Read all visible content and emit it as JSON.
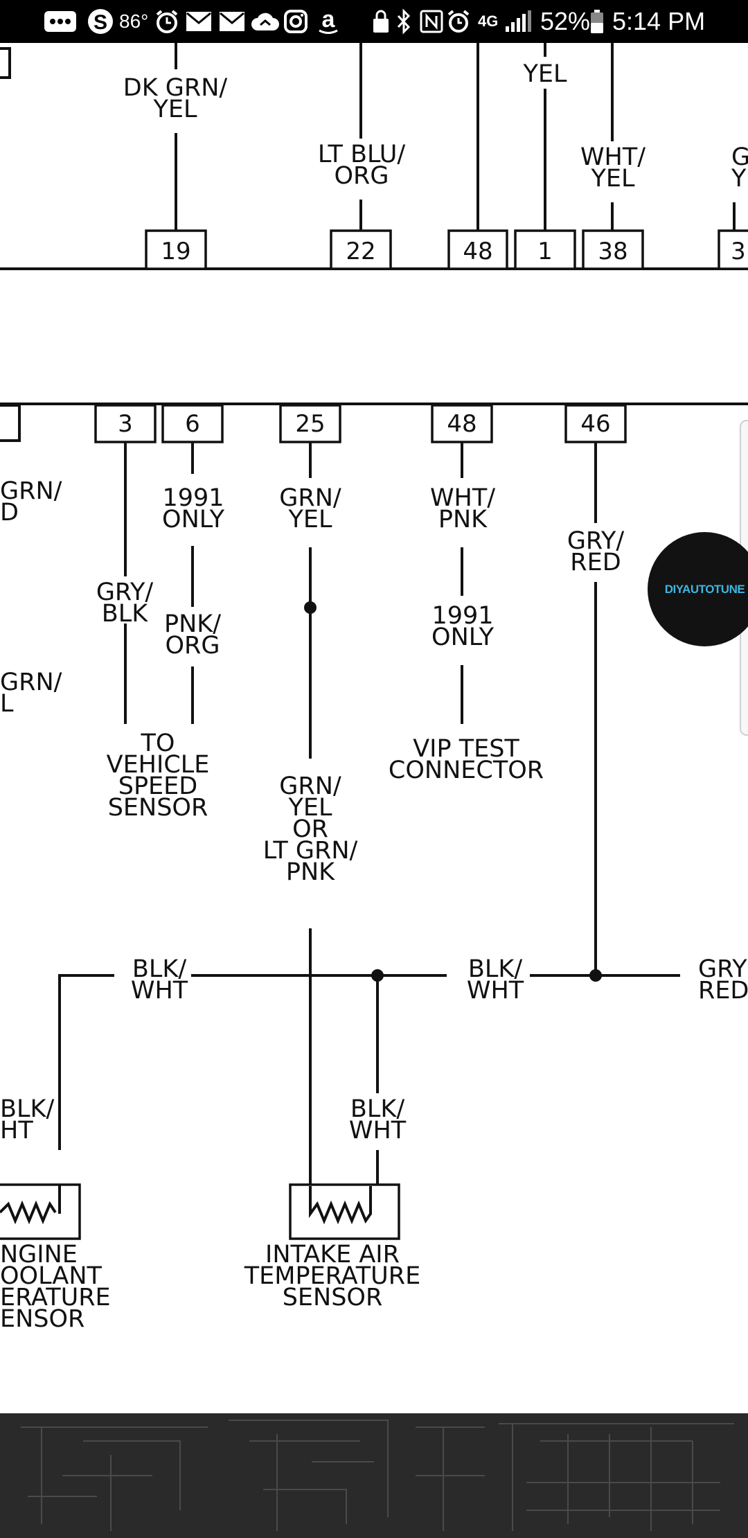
{
  "status_bar": {
    "temperature": "86°",
    "network": "4G",
    "battery": "52%",
    "time": "5:14 PM",
    "icons": [
      "gallery-icon",
      "skype-icon",
      "alarm-icon",
      "mail-icon",
      "mail-icon",
      "cloud-icon",
      "instagram-icon",
      "amazon-icon",
      "lock-icon",
      "bluetooth-icon",
      "nfc-icon",
      "alarm-icon",
      "signal-icon",
      "battery-icon"
    ]
  },
  "diagram": {
    "top_wires": {
      "dk_grn_yel": "DK GRN/\nYEL",
      "lt_blu_org": "LT BLU/\nORG",
      "yel": "YEL",
      "wht_yel": "WHT/\nYEL",
      "gr_ye_partial": "GR\nYE"
    },
    "top_pins": [
      "19",
      "22",
      "48",
      "1",
      "38",
      "3"
    ],
    "middle_pins": [
      "3",
      "6",
      "25",
      "48",
      "46"
    ],
    "labels": {
      "grn_d_partial": "GRN/\nD",
      "grn_l_partial": "GRN/\nL",
      "gry_blk": "GRY/\nBLK",
      "y1991_only_a": "1991\nONLY",
      "pnk_org": "PNK/\nORG",
      "to_vss": "TO\nVEHICLE\nSPEED\nSENSOR",
      "grn_yel": "GRN/\nYEL",
      "grn_yel_or": "GRN/\nYEL\nOR\nLT GRN/\nPNK",
      "wht_pnk": "WHT/\nPNK",
      "y1991_only_b": "1991\nONLY",
      "vip_test": "VIP TEST\nCONNECTOR",
      "gry_red": "GRY/\nRED",
      "blk_wht_a": "BLK/\nWHT",
      "blk_wht_b": "BLK/\nWHT",
      "gry_red_partial": "GRY\nRED",
      "blk_ht_partial": "BLK/\nHT",
      "blk_wht_c": "BLK/\nWHT",
      "coolant_partial": "NGINE\nOOLANT\nERATURE\nENSOR",
      "iat_sensor": "INTAKE AIR\nTEMPERATURE\nSENSOR"
    }
  },
  "overlay": {
    "logo_text": "DIYAUTOTUNE"
  }
}
